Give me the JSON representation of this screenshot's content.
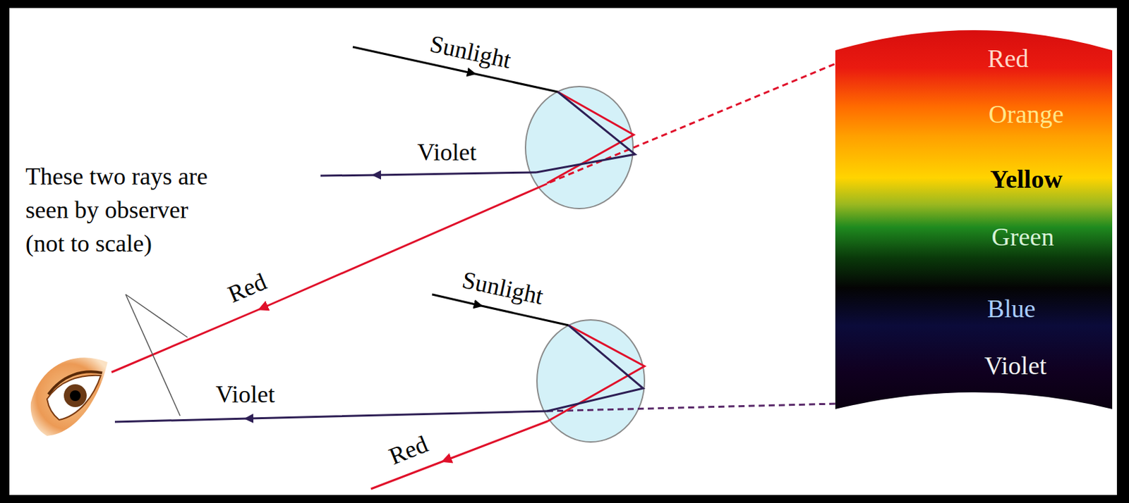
{
  "diagram": {
    "nodes": [
      {
        "text": [
          "Red",
          "Orange",
          "Yellow",
          "Green",
          "Blue",
          "Violet"
        ]
      }
    ],
    "labels": [
      "Sunlight",
      "Violet",
      "These two rays are seen by observer (not to scale)",
      "Red",
      "Sunlight",
      "Violet",
      "Red"
    ]
  }
}
